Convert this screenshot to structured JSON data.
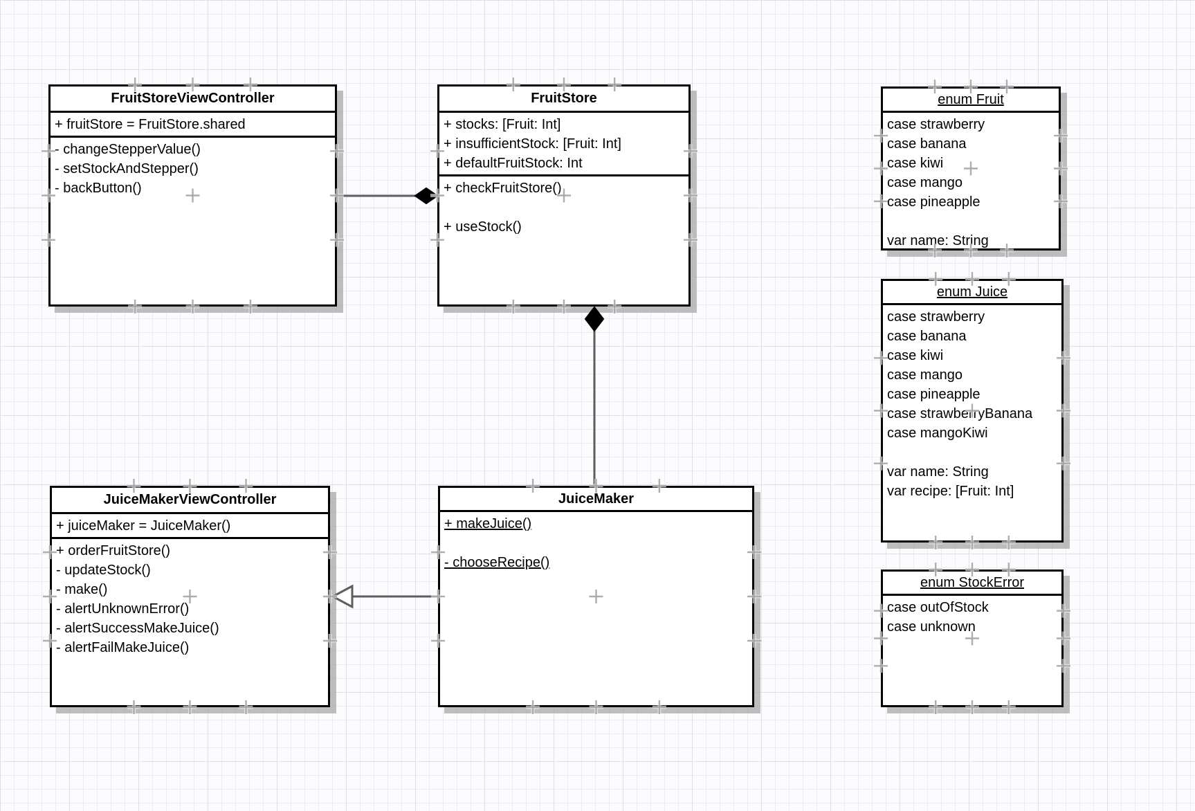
{
  "diagram": {
    "kind": "uml-class-diagram",
    "colors": {
      "box_fill": "#FFFFFF",
      "box_border": "#000000",
      "connector_line": "#5E5E5E",
      "composition_diamond_fill": "#000000",
      "generalization_triangle_fill": "#FFFFFF",
      "grid_minor": "#ECECF7",
      "grid_major": "#DEDEEF",
      "guide_cross": "#A6A6A6",
      "shadow": "#A8A8A8"
    }
  },
  "boxes": [
    {
      "id": "fruit-store-view-controller",
      "kind": "class",
      "title": "FruitStoreViewController",
      "title_underline": false,
      "compartments": [
        {
          "rows": [
            "+ fruitStore = FruitStore.shared"
          ]
        },
        {
          "rows": [
            "- changeStepperValue()",
            "- setStockAndStepper()",
            "- backButton()"
          ]
        }
      ]
    },
    {
      "id": "fruit-store",
      "kind": "class",
      "title": "FruitStore",
      "title_underline": false,
      "compartments": [
        {
          "rows": [
            "+ stocks: [Fruit: Int]",
            "+ insufficientStock: [Fruit: Int]",
            "+ defaultFruitStock: Int"
          ]
        },
        {
          "rows": [
            "+ checkFruitStore()",
            "",
            "+ useStock()"
          ]
        }
      ]
    },
    {
      "id": "enum-fruit",
      "kind": "enum",
      "title": "enum Fruit",
      "title_underline": true,
      "compartments": [
        {
          "rows": [
            "case strawberry",
            "case banana",
            "case kiwi",
            "case mango",
            "case pineapple",
            "",
            "var name: String"
          ]
        }
      ]
    },
    {
      "id": "enum-juice",
      "kind": "enum",
      "title": "enum Juice",
      "title_underline": true,
      "compartments": [
        {
          "rows": [
            "case strawberry",
            "case banana",
            "case kiwi",
            "case mango",
            "case pineapple",
            "case strawberryBanana",
            "case mangoKiwi",
            "",
            "var name: String",
            "var recipe: [Fruit: Int]"
          ]
        }
      ]
    },
    {
      "id": "juice-maker-view-controller",
      "kind": "class",
      "title": "JuiceMakerViewController",
      "title_underline": false,
      "compartments": [
        {
          "rows": [
            "+ juiceMaker = JuiceMaker()"
          ]
        },
        {
          "rows": [
            "+ orderFruitStore()",
            "- updateStock()",
            "- make()",
            "- alertUnknownError()",
            "- alertSuccessMakeJuice()",
            "- alertFailMakeJuice()"
          ]
        }
      ]
    },
    {
      "id": "juice-maker",
      "kind": "class",
      "title": "JuiceMaker",
      "title_underline": false,
      "compartments": [
        {
          "rows": [
            {
              "text": "+ makeJuice()",
              "underline": true
            },
            "",
            {
              "text": "- chooseRecipe()",
              "underline": true
            }
          ]
        }
      ]
    },
    {
      "id": "enum-stock-error",
      "kind": "enum",
      "title": "enum StockError",
      "title_underline": true,
      "compartments": [
        {
          "rows": [
            "case outOfStock",
            "case unknown"
          ]
        }
      ]
    }
  ],
  "connectors": [
    {
      "id": "composition-viewcontroller-fruitstore",
      "type": "composition",
      "from": "fruit-store-view-controller",
      "to": "fruit-store",
      "marker": "filled-diamond"
    },
    {
      "id": "composition-juicemaker-fruitstore",
      "type": "composition",
      "from": "juice-maker",
      "to": "fruit-store",
      "marker": "filled-diamond"
    },
    {
      "id": "generalization-juicemaker-viewcontroller",
      "type": "generalization",
      "from": "juice-maker",
      "to": "juice-maker-view-controller",
      "marker": "hollow-triangle"
    }
  ]
}
